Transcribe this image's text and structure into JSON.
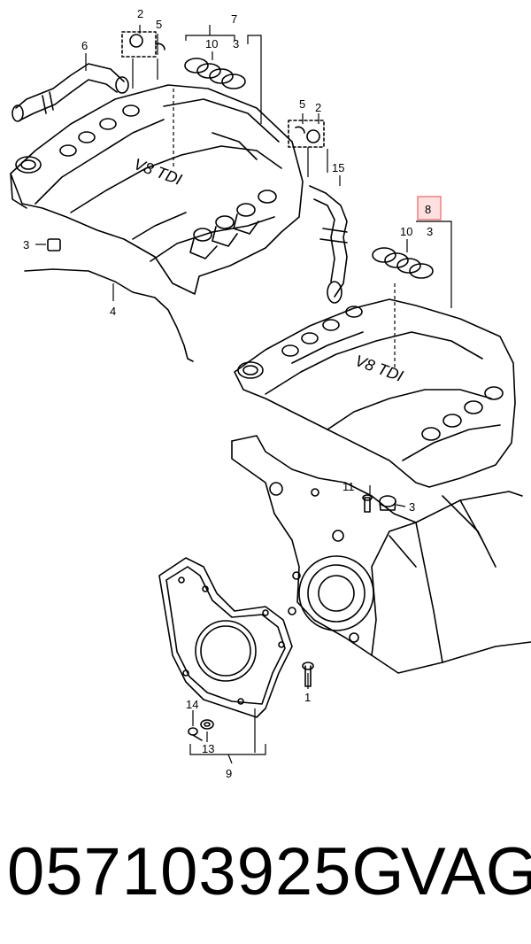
{
  "diagram": {
    "callouts": {
      "c2a": "2",
      "c5a": "5",
      "c7": "7",
      "c10a": "10",
      "c3a": "3",
      "c6": "6",
      "c5b": "5",
      "c2b": "2",
      "c15": "15",
      "c3b": "3",
      "c4": "4",
      "c8": "8",
      "c10b": "10",
      "c3c": "3",
      "c11": "11",
      "c3d": "3",
      "c1": "1",
      "c14": "14",
      "c13": "13",
      "c9": "9"
    },
    "cover_text_1": "V8 TDI",
    "cover_text_2": "V8 TDI",
    "highlight_color": "#f08080",
    "highlight_fill": "#fde0e0"
  },
  "footer": {
    "part_number": "057103925G",
    "brand": "VAG"
  }
}
